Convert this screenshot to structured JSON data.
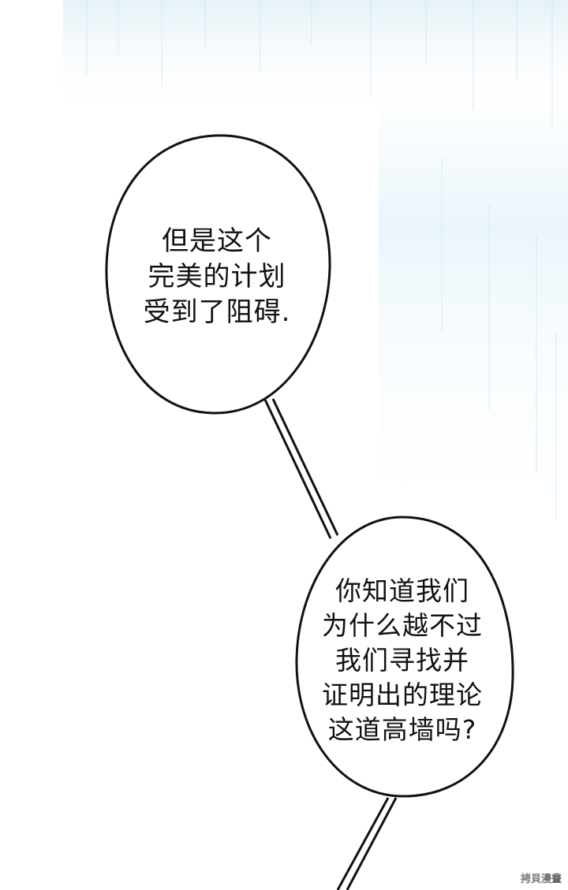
{
  "bubble_top": {
    "lines": [
      "但是这个",
      "完美的计划",
      "受到了阻碍."
    ]
  },
  "bubble_bottom": {
    "lines": [
      "你知道我们",
      "为什么越不过",
      "我们寻找并",
      "证明出的理论",
      "这道高墙吗?"
    ]
  },
  "watermark": "拷貝漫畫",
  "colors": {
    "ink": "#111111",
    "paper": "#ffffff",
    "haze": "#d6ecf6"
  }
}
